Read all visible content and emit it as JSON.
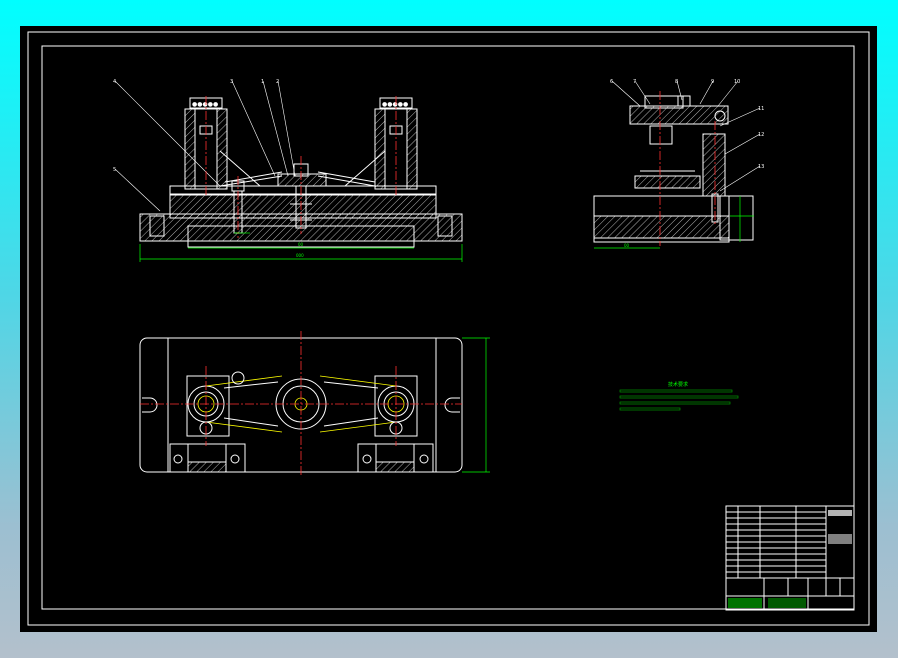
{
  "window": {
    "background_top": "#00ffff",
    "background_bottom": "#b3c0cc",
    "canvas_color": "#000000"
  },
  "drawing": {
    "line_colors": {
      "outline": "#ffffff",
      "centerline": "#ff3030",
      "dimension": "#00ff00",
      "hidden": "#ffff00"
    },
    "views": [
      "front-view",
      "side-view",
      "top-view"
    ],
    "tech_notes": {
      "title": "技术要求",
      "lines": [
        "",
        "",
        "",
        ""
      ]
    },
    "title_block": {
      "header_cells": [
        "",
        "",
        ""
      ],
      "bottom_cells": [
        "",
        "",
        "",
        ""
      ],
      "rows": 12
    }
  }
}
